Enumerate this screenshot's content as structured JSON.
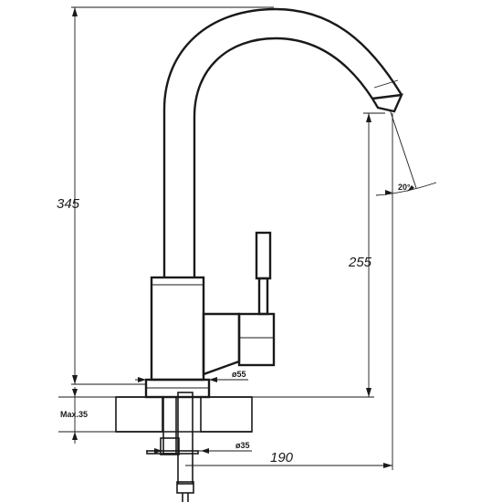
{
  "dimensions": {
    "height_total": "345",
    "spout_height": "255",
    "reach": "190",
    "spout_angle": "20°",
    "base_diameter": "ø55",
    "hole_diameter": "ø35",
    "max_counter_thickness": "Max.35"
  }
}
